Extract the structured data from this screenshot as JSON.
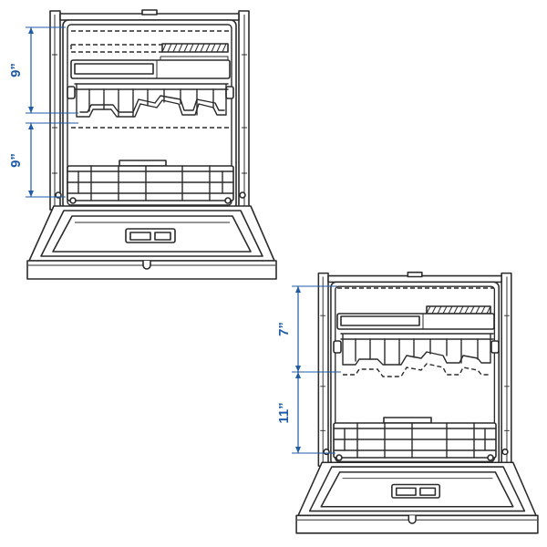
{
  "layouts": [
    {
      "dimensions": [
        {
          "label": "9”"
        },
        {
          "label": "9”"
        }
      ]
    },
    {
      "dimensions": [
        {
          "label": "7”"
        },
        {
          "label": "11”"
        }
      ]
    }
  ],
  "colors": {
    "line": "#2b2b2b",
    "dimension": "#1f5ba6",
    "background": "#ffffff"
  }
}
